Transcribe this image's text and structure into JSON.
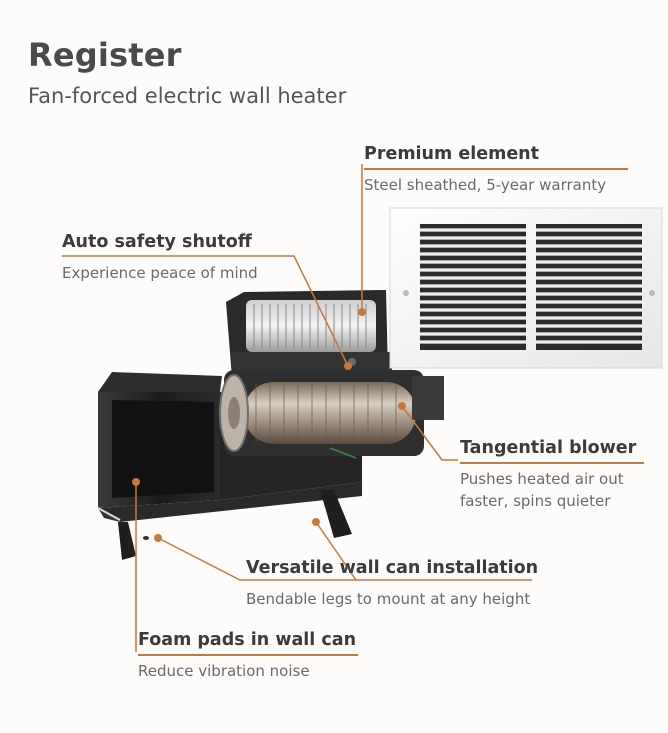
{
  "header": {
    "title": "Register",
    "subtitle": "Fan-forced electric wall heater"
  },
  "callouts": {
    "premium": {
      "title": "Premium element",
      "desc": "Steel sheathed, 5-year warranty"
    },
    "safety": {
      "title": "Auto safety shutoff",
      "desc": "Experience peace of mind"
    },
    "blower": {
      "title": "Tangential blower",
      "desc_line1": "Pushes heated air out",
      "desc_line2": "faster, spins quieter"
    },
    "wallcan": {
      "title": "Versatile wall can installation",
      "desc": "Bendable legs to mount at any height"
    },
    "foam": {
      "title": "Foam pads in wall can",
      "desc": "Reduce vibration noise"
    }
  },
  "colors": {
    "accent": "#c8773d",
    "grille": "#f4f4f4",
    "wall_can": "#1f1f1f"
  }
}
